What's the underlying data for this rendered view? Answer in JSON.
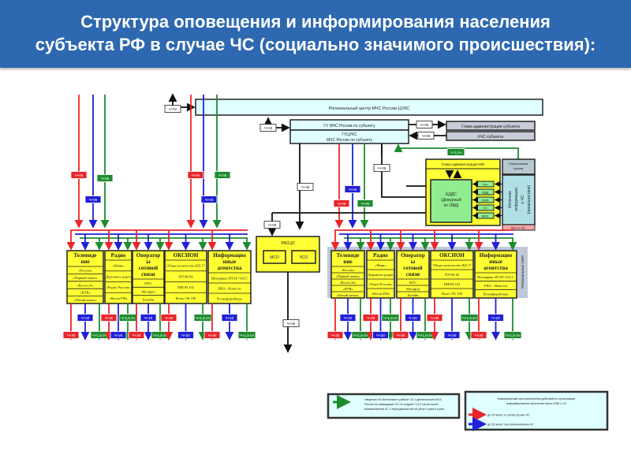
{
  "title": {
    "line1": "Структура оповещения и информирования населения",
    "line2": "субъекта РФ в случае ЧС (социально значимого происшествия):"
  },
  "colors": {
    "header": "#2d68b0",
    "red": "#e8262b",
    "blue": "#2020d8",
    "green": "#1e8c2e",
    "yellow": "#ffff33",
    "cyan": "#e0ffff",
    "gray": "#c8ccd8"
  },
  "top": {
    "regional_center": "Региональный центр МЧС России ЦУКС",
    "gu_mchs": "ГУ МЧС России по субъекту",
    "gutsuks_line1": "ГУЦУКС",
    "gutsuks_line2": "МЧС России по субъекту",
    "head_admin": "Глава администрации субъекта",
    "kchs": "КЧС субъекта",
    "tag_ch02": "Ч+02",
    "tag_ch05": "Ч+05",
    "tag_ch15": "Ч+1,5ч"
  },
  "edds": {
    "head_mo": "Глава администрации МО",
    "edds_lines": [
      "ЕДДС",
      "(Дежурный",
      "по ОВД)"
    ],
    "small_tags": [
      "ПЧ",
      "ОВД",
      "СМП",
      "ГО",
      "ЖКХ"
    ],
    "oper_group": [
      "Оперативная",
      "группа"
    ],
    "source": [
      "Источник",
      "информации",
      "о ЧС",
      "(происшествие)"
    ],
    "place": "Место ЧС"
  },
  "rastso": {
    "title": "РАСЦО",
    "mso": "МСО",
    "lso": "ЛСО",
    "tag": "Ч+05"
  },
  "regional_media_label": "Региональные СМИ",
  "media_groups": [
    {
      "title_lines": [
        "Телевиде",
        "ние"
      ],
      "items": [
        "«Россия»",
        "«Первый канал»",
        "«Вести 24»",
        "«НТВ»",
        "«Пятый канал»"
      ]
    },
    {
      "title_lines": [
        "Радио"
      ],
      "items": [
        "«Маяк»",
        "«Дорожное радио»",
        "«Радио России»",
        "«Вести FM»"
      ]
    },
    {
      "title_lines": [
        "Оператор",
        "ы",
        "сотовой",
        "связи"
      ],
      "items": [
        "МТС",
        "Мегафон",
        "Билайн"
      ]
    },
    {
      "title_lines": [
        "ОКСИОН"
      ],
      "items": [
        "Общее количество ИД 17",
        "ПУОН 84",
        "ПИОН 102",
        "Всего ТК 198"
      ]
    },
    {
      "title_lines": [
        "Информацио",
        "нные",
        "агентства"
      ],
      "items": [
        "Интерфакс ИТАР-ТАСС",
        "РИА - Новости",
        "Росинформбюро"
      ]
    }
  ],
  "bottom_tags": {
    "red": "Ч+30",
    "blue": "Ч+20",
    "green": "Ч+1,5-2ч"
  },
  "legend": {
    "left_text": [
      "сведения об обстановке в районе ЧС и деятельности МЧС",
      "России по ликвидации ЧС не позднее 1,5-2 часов после",
      "возникновения ЧС с периодичностью не реже 4 раза в сутки"
    ],
    "right_title": [
      "Максимальный срок выполнения действий по организации",
      "информирования населения через СМИ о ЧС"
    ],
    "right_red": "до 30 минут в случае угрозы ЧС",
    "right_blue": "до 20 минут при возникновении ЧС"
  }
}
